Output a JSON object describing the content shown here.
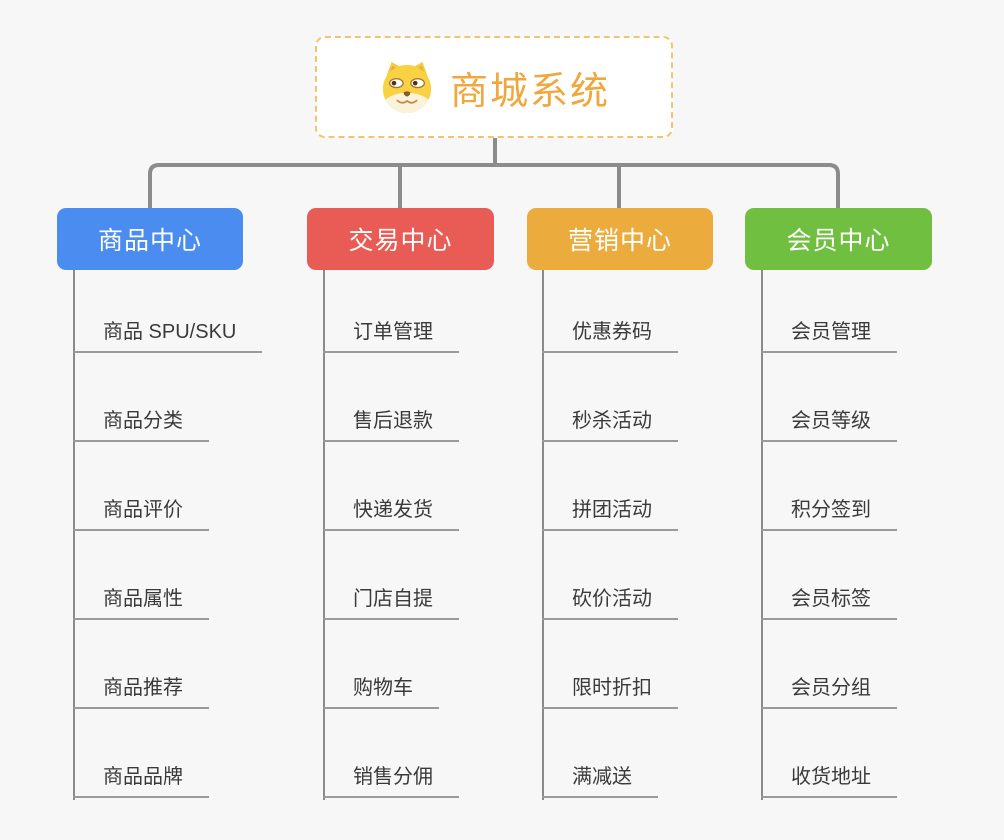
{
  "background_color": "#F7F7F7",
  "connector_color": "#8C8C8C",
  "root": {
    "title": "商城系统",
    "icon": "dog-face-icon",
    "text_color": "#F0A73C",
    "border_color": "#F2C46E",
    "fill_color": "#FFFFFF"
  },
  "branches": [
    {
      "label": "商品中心",
      "color": "#4A8CF0",
      "items": [
        "商品 SPU/SKU",
        "商品分类",
        "商品评价",
        "商品属性",
        "商品推荐",
        "商品品牌"
      ]
    },
    {
      "label": "交易中心",
      "color": "#E85C55",
      "items": [
        "订单管理",
        "售后退款",
        "快递发货",
        "门店自提",
        "购物车",
        "销售分佣"
      ]
    },
    {
      "label": "营销中心",
      "color": "#ECAC3D",
      "items": [
        "优惠券码",
        "秒杀活动",
        "拼团活动",
        "砍价活动",
        "限时折扣",
        "满减送"
      ]
    },
    {
      "label": "会员中心",
      "color": "#70BF41",
      "items": [
        "会员管理",
        "会员等级",
        "积分签到",
        "会员标签",
        "会员分组",
        "收货地址"
      ]
    }
  ]
}
